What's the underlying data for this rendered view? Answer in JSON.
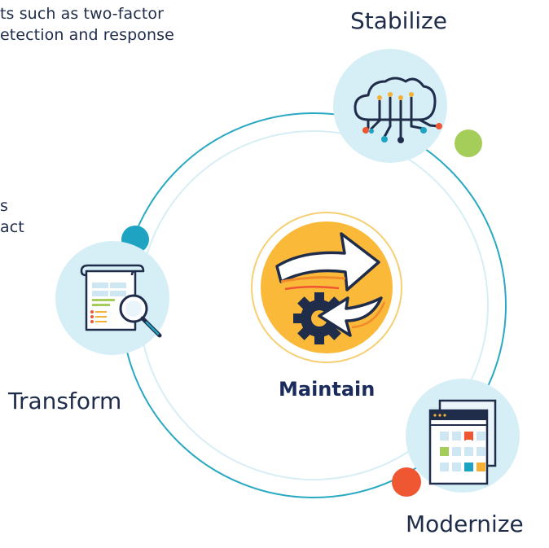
{
  "text_fragments": {
    "top_line_1": "ts such as two-factor",
    "top_line_2": "etection and response",
    "mid_line_1": "s",
    "mid_line_2": "act"
  },
  "stages": {
    "stabilize": "Stabilize",
    "transform": "Transform",
    "modernize": "Modernize",
    "maintain": "Maintain"
  },
  "colors": {
    "ring": "#2aa9c2",
    "ring_light": "#d7eef5",
    "stage_circle": "#d6eef6",
    "dot_teal": "#1fa3c3",
    "dot_green": "#a5cd5a",
    "dot_orange": "#ef5733",
    "center_fill": "#fbb93a",
    "center_ring": "#f6cf73",
    "navy": "#1f2d4a"
  },
  "icons": {
    "stabilize": "cloud-network-icon",
    "transform": "document-search-icon",
    "modernize": "calendar-dashboard-icon",
    "maintain": "arrows-gear-icon"
  }
}
